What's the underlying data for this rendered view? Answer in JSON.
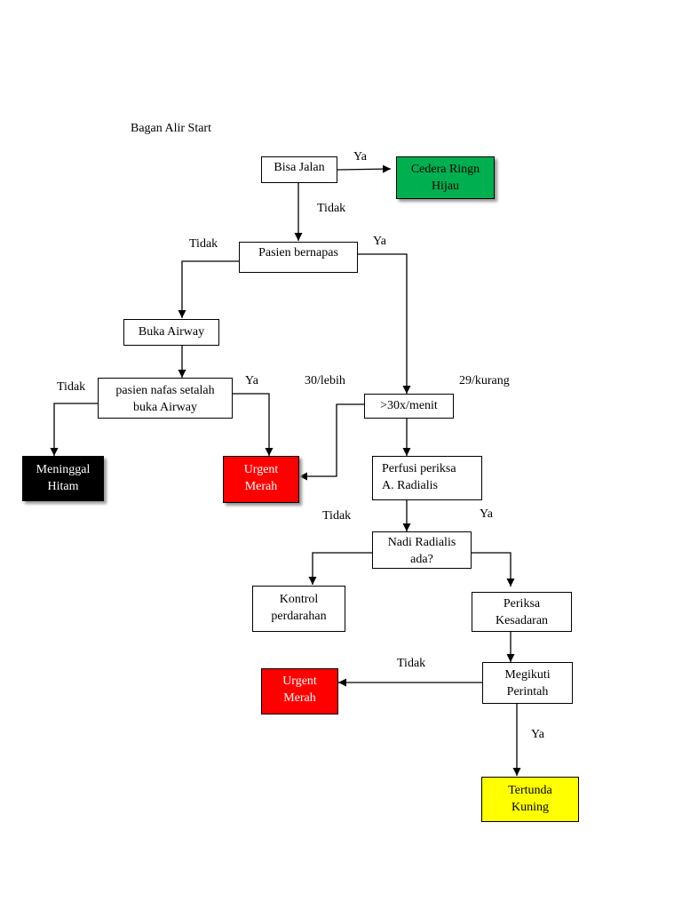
{
  "title": "Bagan Alir Start",
  "nodes": {
    "bisa_jalan": "Bisa Jalan",
    "cedera_ringan": "Cedera Ringn\nHijau",
    "pasien_bernapas": "Pasien bernapas",
    "buka_airway": "Buka Airway",
    "nafas_setelah_airway": "pasien nafas setalah\nbuka Airway",
    "meninggal": "Meninggal\nHitam",
    "urgent_merah_1": "Urgent\nMerah",
    "respirasi": ">30x/menit",
    "perfusi": "Perfusi periksa\nA. Radialis",
    "nadi_radialis": "Nadi Radialis\nada?",
    "kontrol_perdarahan": "Kontrol\nperdarahan",
    "periksa_kesadaran": "Periksa\nKesadaran",
    "mengikuti_perintah": "Megikuti\nPerintah",
    "urgent_merah_2": "Urgent\nMerah",
    "tertunda": "Tertunda\nKuning"
  },
  "labels": {
    "ya_bisa_jalan": "Ya",
    "tidak_bisa_jalan": "Tidak",
    "tidak_bernapas": "Tidak",
    "ya_bernapas": "Ya",
    "tidak_nafas_airway": "Tidak",
    "ya_nafas_airway": "Ya",
    "lebih_30": "30/lebih",
    "kurang_29": "29/kurang",
    "tidak_nadi": "Tidak",
    "ya_nadi": "Ya",
    "tidak_perintah": "Tidak",
    "ya_perintah": "Ya"
  },
  "colors": {
    "green": "#00b050",
    "red": "#ff0000",
    "black": "#000000",
    "yellow": "#ffff00"
  }
}
